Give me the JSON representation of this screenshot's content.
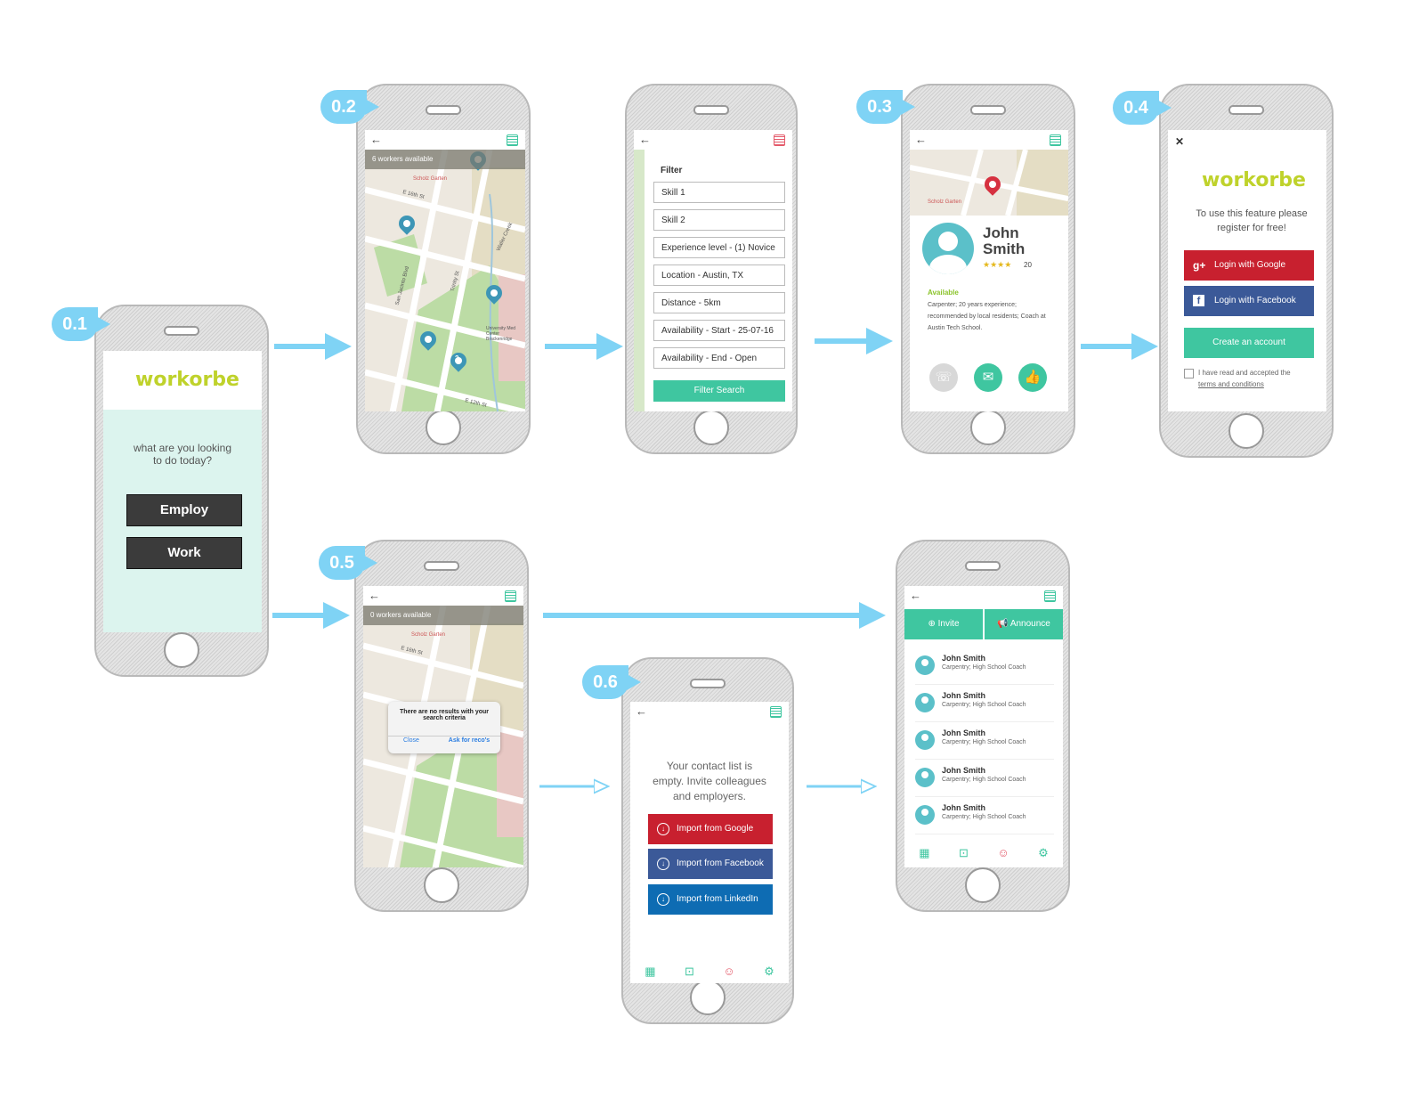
{
  "badges": {
    "b01": "0.1",
    "b02": "0.2",
    "b03": "0.3",
    "b04": "0.4",
    "b05": "0.5",
    "b06": "0.6"
  },
  "colors": {
    "accent": "#3fc6a0",
    "brand": "#bfd22b",
    "badge": "#7fd3f5",
    "google": "#c8202f",
    "facebook": "#3b5998",
    "linkedin": "#0e6cb3",
    "dark_button": "#3b3b3b"
  },
  "icons": {
    "back": "←",
    "close": "✕"
  },
  "s01": {
    "logo": "workorbe",
    "question": "what are you looking to do today?",
    "employ": "Employ",
    "work": "Work"
  },
  "s02": {
    "bar": "6 workers available",
    "poi": "Scholz Garten",
    "street1": "E 16th St",
    "street2": "San Jacinto Blvd",
    "street3": "Trinity St",
    "street4": "Waller Creek",
    "street5": "E 12th St",
    "place": "University Med Center Brackenridge",
    "cluster": "2"
  },
  "filter": {
    "title": "Filter",
    "fields": [
      "Skill 1",
      "Skill 2",
      "Experience level - (1) Novice",
      "Location - Austin, TX",
      "Distance - 5km",
      "Availability - Start - 25-07-16",
      "Availability - End - Open"
    ],
    "button": "Filter Search"
  },
  "s03": {
    "street": "Scholz Garten",
    "first": "John",
    "last": "Smith",
    "stars": "★★★★",
    "count": "20",
    "status": "Available",
    "bio": "Carpenter; 20 years experience; recommended by local residents; Coach at Austin Tech School."
  },
  "s04": {
    "logo": "workorbe",
    "msg": "To use this feature please register for free!",
    "google": "Login with Google",
    "facebook": "Login with Facebook",
    "create": "Create an account",
    "terms": "I have read and accepted the",
    "terms_link": "terms and conditions"
  },
  "s05": {
    "bar": "0 workers available",
    "poi": "Scholz Garten",
    "street1": "E 16th St",
    "alert": "There are no results with your search criteria",
    "close": "Close",
    "ask": "Ask for reco's"
  },
  "s06": {
    "msg": "Your contact list is empty. Invite colleagues and employers.",
    "google": "Import from Google",
    "facebook": "Import from Facebook",
    "linkedin": "Import from LinkedIn"
  },
  "s07": {
    "invite": "Invite",
    "announce": "Announce",
    "contacts": [
      {
        "name": "John Smith",
        "desc": "Carpentry; High School Coach"
      },
      {
        "name": "John Smith",
        "desc": "Carpentry; High School Coach"
      },
      {
        "name": "John Smith",
        "desc": "Carpentry; High School Coach"
      },
      {
        "name": "John Smith",
        "desc": "Carpentry; High School Coach"
      },
      {
        "name": "John Smith",
        "desc": "Carpentry; High School Coach"
      }
    ]
  }
}
